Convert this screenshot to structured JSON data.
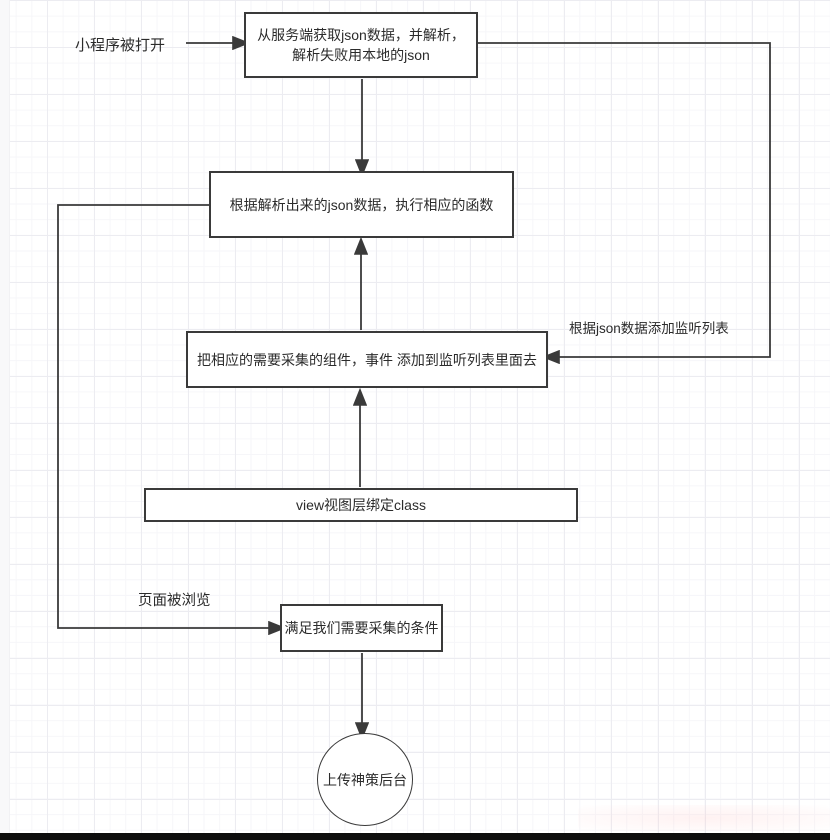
{
  "diagram": {
    "title": "mini-program json tracking flowchart",
    "nodes": [
      {
        "id": "fetch-json",
        "shape": "rect",
        "label": "从服务端获取json数据，并解析，解析失败用本地的json"
      },
      {
        "id": "execute-functions",
        "shape": "rect",
        "label": "根据解析出来的json数据，执行相应的函数"
      },
      {
        "id": "add-listen-list",
        "shape": "rect",
        "label": "把相应的需要采集的组件，事件 添加到监听列表里面去"
      },
      {
        "id": "view-bind-class",
        "shape": "rect",
        "label": "view视图层绑定class"
      },
      {
        "id": "meet-conditions",
        "shape": "rect",
        "label": "满足我们需要采集的条件"
      },
      {
        "id": "upload-backend",
        "shape": "circle",
        "label": "上传神策后台"
      }
    ],
    "edge_labels": [
      {
        "id": "mini-program-opened",
        "label": "小程序被打开"
      },
      {
        "id": "add-listen-by-json",
        "label": "根据json数据添加监听列表"
      },
      {
        "id": "page-viewed",
        "label": "页面被浏览"
      }
    ],
    "colors": {
      "stroke": "#3a3a3a",
      "text": "#2b2b2b",
      "canvas": "#ffffff",
      "grid_minor": "#f6f6f9",
      "grid_major": "#ececf1",
      "bottom_bar": "#0d0d0d"
    }
  }
}
